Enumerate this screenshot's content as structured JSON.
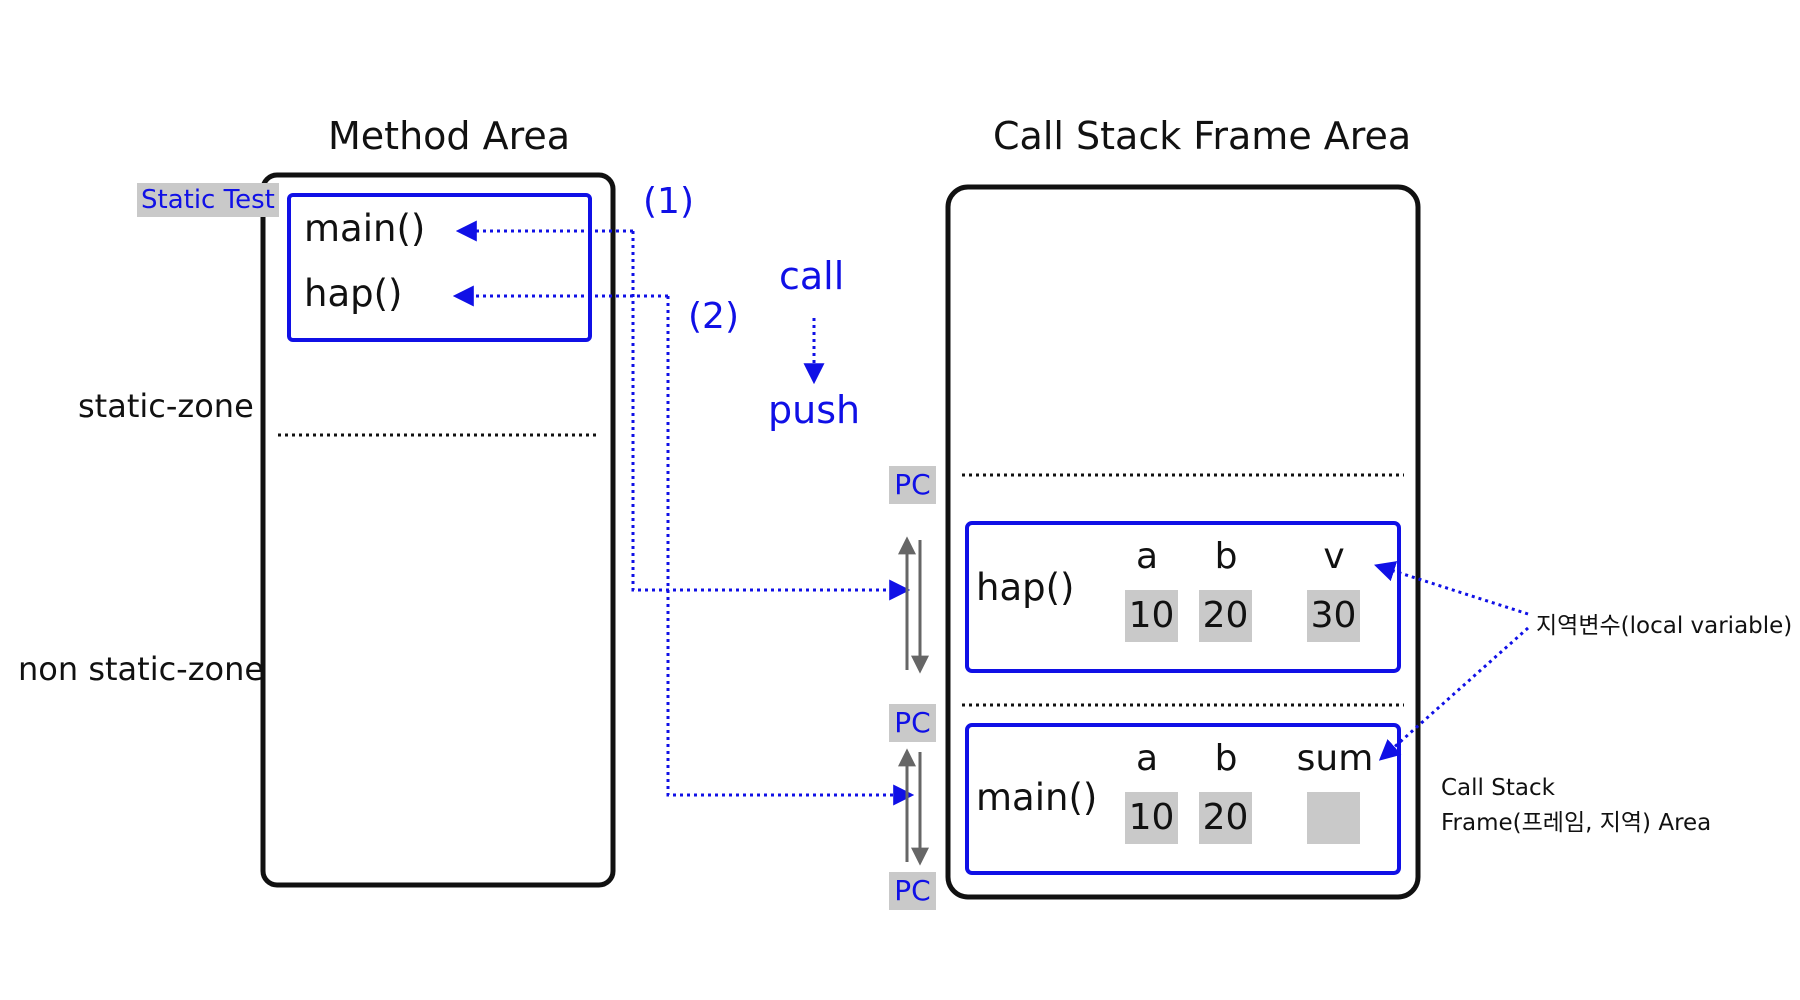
{
  "method_area": {
    "title": "Method Area",
    "class_tag": "Static Test",
    "methods": [
      "main()",
      "hap()"
    ],
    "static_zone_label": "static-zone",
    "non_static_zone_label": "non static-zone"
  },
  "calls": {
    "step1": "(1)",
    "step2": "(2)",
    "call_label": "call",
    "push_label": "push"
  },
  "call_stack": {
    "title": "Call Stack Frame Area",
    "pc_label": "PC",
    "frames": [
      {
        "method": "hap()",
        "vars": [
          {
            "name": "a",
            "value": "10"
          },
          {
            "name": "b",
            "value": "20"
          },
          {
            "name": "v",
            "value": "30"
          }
        ]
      },
      {
        "method": "main()",
        "vars": [
          {
            "name": "a",
            "value": "10"
          },
          {
            "name": "b",
            "value": "20"
          },
          {
            "name": "sum",
            "value": ""
          }
        ]
      }
    ],
    "local_variable_note": "지역변수(local variable)",
    "area_note_line1": "Call Stack",
    "area_note_line2": "Frame(프레임, 지역) Area"
  },
  "colors": {
    "accent_blue": "#1010e6",
    "tag_gray": "#c9c9c9",
    "outline": "#111111"
  }
}
